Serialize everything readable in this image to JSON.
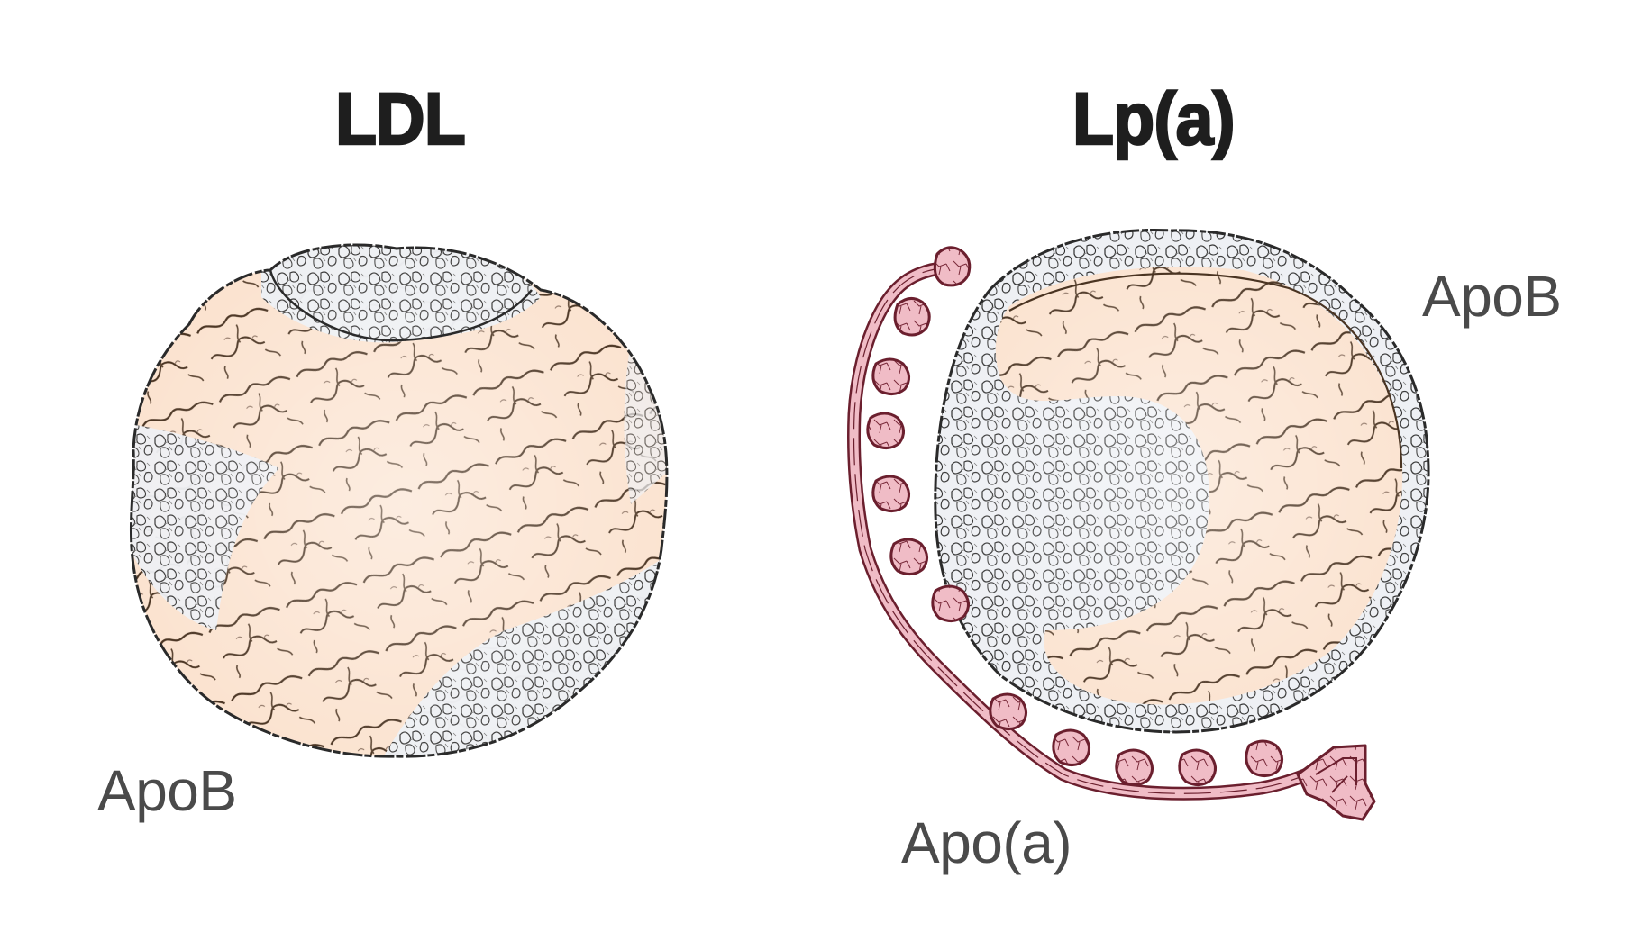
{
  "figure": {
    "panels": [
      {
        "id": "ldl",
        "title": "LDL",
        "labels": [
          {
            "text": "ApoB",
            "role": "apolipoprotein-b"
          }
        ]
      },
      {
        "id": "lpa",
        "title": "Lp(a)",
        "labels": [
          {
            "text": "ApoB",
            "role": "apolipoprotein-b"
          },
          {
            "text": "Apo(a)",
            "role": "apolipoprotein-a"
          }
        ]
      }
    ],
    "colors": {
      "background": "#ffffff",
      "lipid_core_peach": "#fbe3d0",
      "apob_grey": "#eceef2",
      "outline_dark": "#2a2a2a",
      "strand_brown": "#4a3422",
      "apoa_pink": "#f0bcc6",
      "apoa_outline": "#6b1f2e",
      "title_color": "#1e1e1e",
      "label_color": "#4a4a4a"
    },
    "apoa_kringle_count": 12
  }
}
